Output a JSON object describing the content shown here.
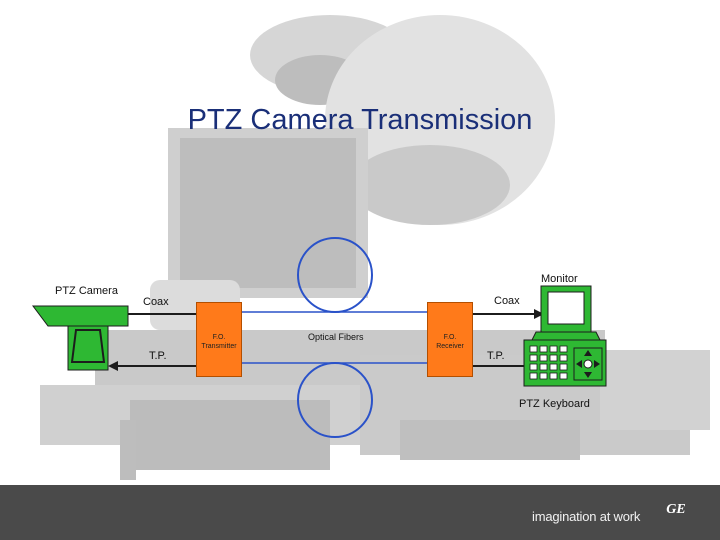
{
  "slide": {
    "title": "PTZ  Camera Transmission"
  },
  "diagram": {
    "camera_label": "PTZ Camera",
    "monitor_label": "Monitor",
    "coax_left": "Coax",
    "coax_right": "Coax",
    "tp_left": "T.P.",
    "tp_right": "T.P.",
    "transmitter_line1": "F.O.",
    "transmitter_line2": "Transmitter",
    "receiver_line1": "F.O.",
    "receiver_line2": "Receiver",
    "fiber_label": "Optical Fibers",
    "keyboard_label": "PTZ  Keyboard"
  },
  "footer": {
    "tagline": "imagination at work",
    "logo_text": "GE"
  },
  "colors": {
    "title": "#1a2f78",
    "fiber_blue": "#2a52c9",
    "box_orange": "#ff7a1a",
    "camera_green": "#2eb833",
    "monitor_green": "#2eb833",
    "footer": "#4a4a4a"
  }
}
